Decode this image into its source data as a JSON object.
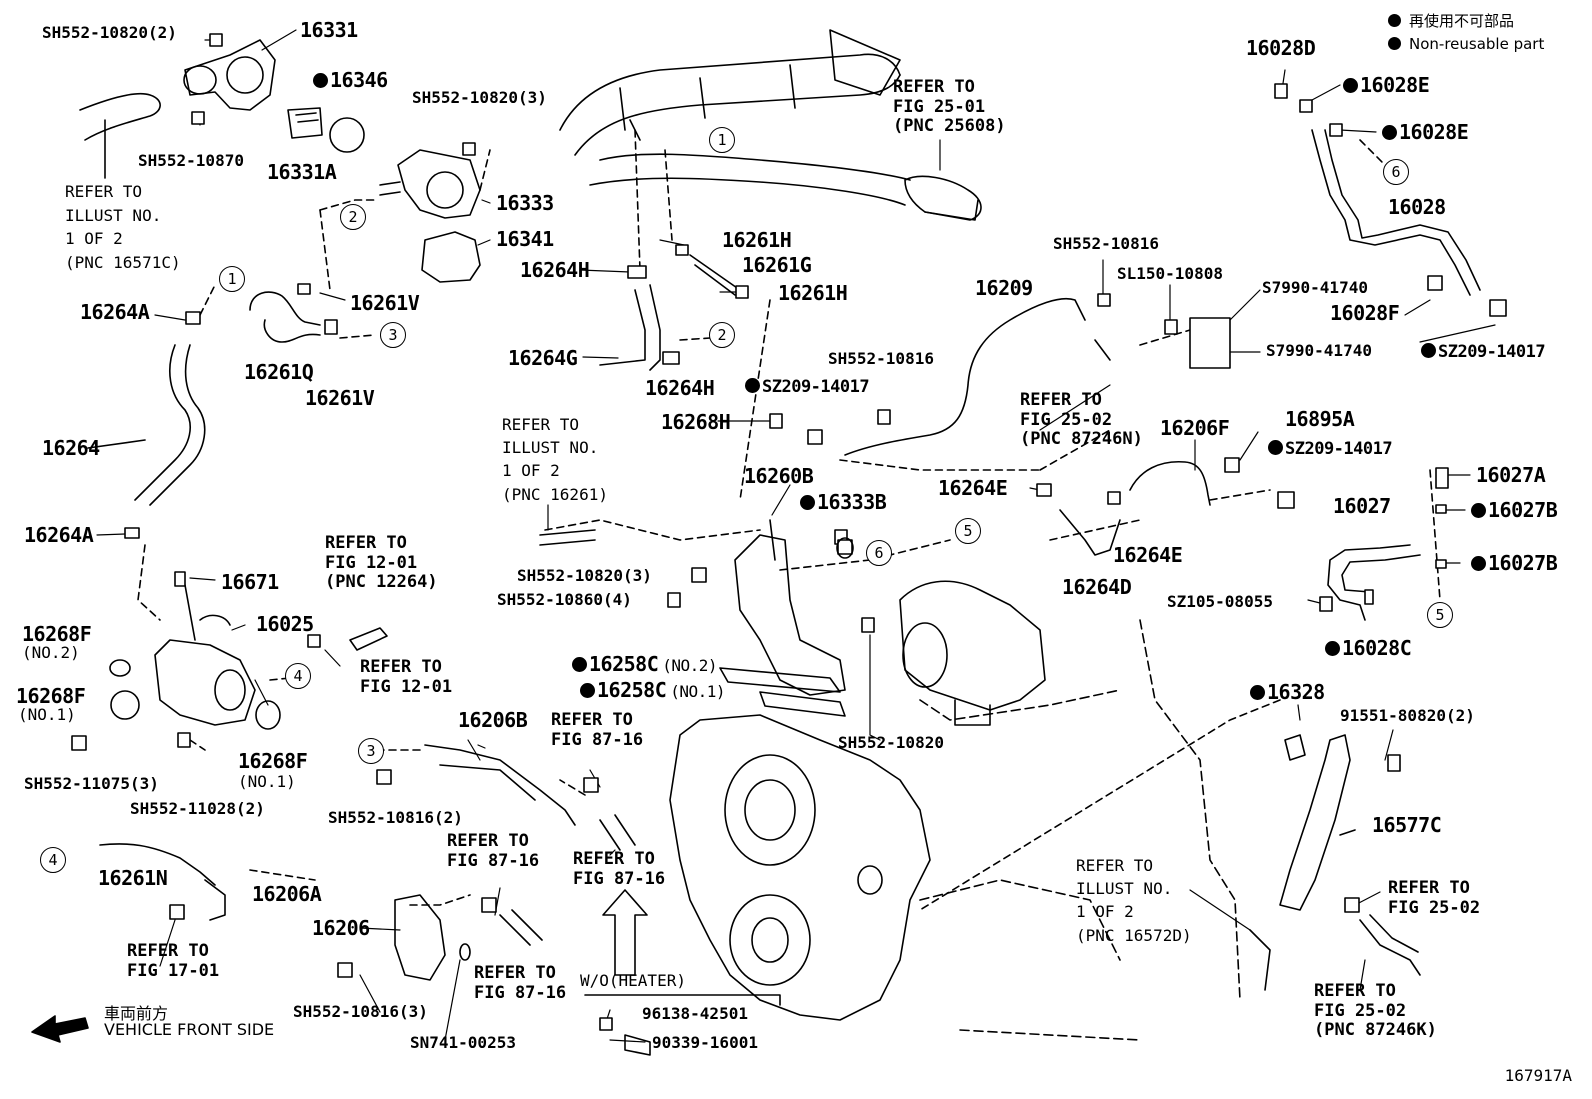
{
  "legend": {
    "line1": "再使用不可部品",
    "line2": "Non-reusable part"
  },
  "vehicle_front": {
    "jp": "車両前方",
    "en": "VEHICLE FRONT SIDE"
  },
  "figure_id": "167917A",
  "callouts": [
    "1",
    "1",
    "2",
    "2",
    "3",
    "3",
    "4",
    "4",
    "5",
    "5",
    "6",
    "6"
  ],
  "parts": {
    "p16331": "16331",
    "sh552_10820_2_top": "SH552-10820(2)",
    "p16346": "16346",
    "sh552_10870": "SH552-10870",
    "p16331a": "16331A",
    "sh552_10820_3_top": "SH552-10820(3)",
    "p16333": "16333",
    "p16341": "16341",
    "p16264a_top": "16264A",
    "p16261v_top": "16261V",
    "p16261q": "16261Q",
    "p16261v_bottom": "16261V",
    "p16264": "16264",
    "p16264a_bottom": "16264A",
    "p16671": "16671",
    "p16025": "16025",
    "p16268f_no2": "16268F",
    "no2_small": "(NO.2)",
    "p16268f_no1": "16268F",
    "no1_small": "(NO.1)",
    "p16268f_right": "16268F",
    "no1_right": "(NO.1)",
    "sh552_11075_3": "SH552-11075(3)",
    "sh552_11028_2": "SH552-11028(2)",
    "p16261h_top": "16261H",
    "p16264h_top": "16264H",
    "p16261g": "16261G",
    "p16261h_mid": "16261H",
    "p16264g": "16264G",
    "p16264h_bottom": "16264H",
    "sz209_14017_mid": "SZ209-14017",
    "sh552_10816_mid": "SH552-10816",
    "p16268h": "16268H",
    "p16260b": "16260B",
    "p16333b": "16333B",
    "sh552_10820_3_mid": "SH552-10820(3)",
    "sh552_10860_4": "SH552-10860(4)",
    "p16258c_no2": "16258C",
    "no2_16258": "(NO.2)",
    "p16258c_no1": "16258C",
    "no1_16258": "(NO.1)",
    "sh552_10820_low": "SH552-10820",
    "p16206b": "16206B",
    "sh552_10816_2": "SH552-10816(2)",
    "p16261n": "16261N",
    "p16206a": "16206A",
    "p16206": "16206",
    "sh552_10816_3": "SH552-10816(3)",
    "sn741_00253": "SN741-00253",
    "wo_heater": "W/O(HEATER)",
    "p96138_42501": "96138-42501",
    "p90339_16001": "90339-16001",
    "sh552_10816_top": "SH552-10816",
    "p16209": "16209",
    "sl150_10808": "SL150-10808",
    "s7990_41740_a": "S7990-41740",
    "s7990_41740_b": "S7990-41740",
    "p16264e_mid": "16264E",
    "p16206f": "16206F",
    "p16895a": "16895A",
    "sz209_14017_right": "SZ209-14017",
    "p16264e_right": "16264E",
    "p16264d": "16264D",
    "p16028d": "16028D",
    "p16028e_a": "16028E",
    "p16028e_b": "16028E",
    "p16028": "16028",
    "p16028f": "16028F",
    "sz209_14017_topright": "SZ209-14017",
    "p16027a": "16027A",
    "p16027b_a": "16027B",
    "p16027": "16027",
    "p16027b_b": "16027B",
    "sz105_08055": "SZ105-08055",
    "p16028c": "16028C",
    "p16328": "16328",
    "p91551_80820_2": "91551-80820(2)",
    "p16577c": "16577C"
  },
  "refs": {
    "r_25_01": "REFER TO\nFIG 25-01\n(PNC 25608)",
    "r_illust_16571c": "REFER TO\nILLUST NO.\n1 OF 2\n(PNC 16571C)",
    "r_25_02_a": "REFER TO\nFIG 25-02\n(PNC 87246N)",
    "r_illust_16261": "REFER TO\nILLUST NO.\n1 OF 2\n(PNC 16261)",
    "r_12_01_a": "REFER TO\nFIG 12-01\n(PNC 12264)",
    "r_12_01_b": "REFER TO\nFIG 12-01",
    "r_87_16_a": "REFER TO\nFIG 87-16",
    "r_87_16_b": "REFER TO\nFIG 87-16",
    "r_87_16_c": "REFER TO\nFIG 87-16",
    "r_87_16_d": "REFER TO\nFIG 87-16",
    "r_17_01": "REFER TO\nFIG 17-01",
    "r_illust_16572d": "REFER TO\nILLUST NO.\n1 OF 2\n(PNC 16572D)",
    "r_25_02_b": "REFER TO\nFIG 25-02",
    "r_25_02_c": "REFER TO\nFIG 25-02\n(PNC 87246K)"
  }
}
